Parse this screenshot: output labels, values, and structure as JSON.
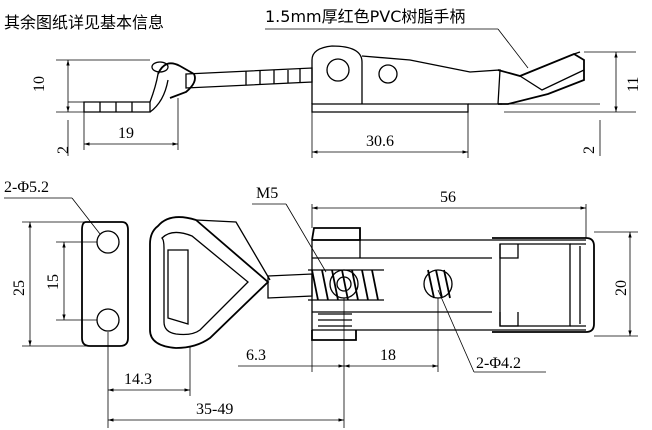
{
  "header_note": "其余图纸详见基本信息",
  "handle_note": "1.5mm厚红色PVC树脂手柄",
  "side_view": {
    "height_left": "10",
    "thickness_left": "2",
    "length_left": "19",
    "base_length": "30.6",
    "height_right": "11",
    "thickness_right": "2"
  },
  "top_view": {
    "hole_left": "2-Φ5.2",
    "thread": "M5",
    "overall_length": "56",
    "height_total": "25",
    "hole_spacing": "15",
    "dim_6_3": "6.3",
    "dim_18": "18",
    "hole_right": "2-Φ4.2",
    "width_right": "20",
    "dim_14_3": "14.3",
    "range": "35-49"
  }
}
